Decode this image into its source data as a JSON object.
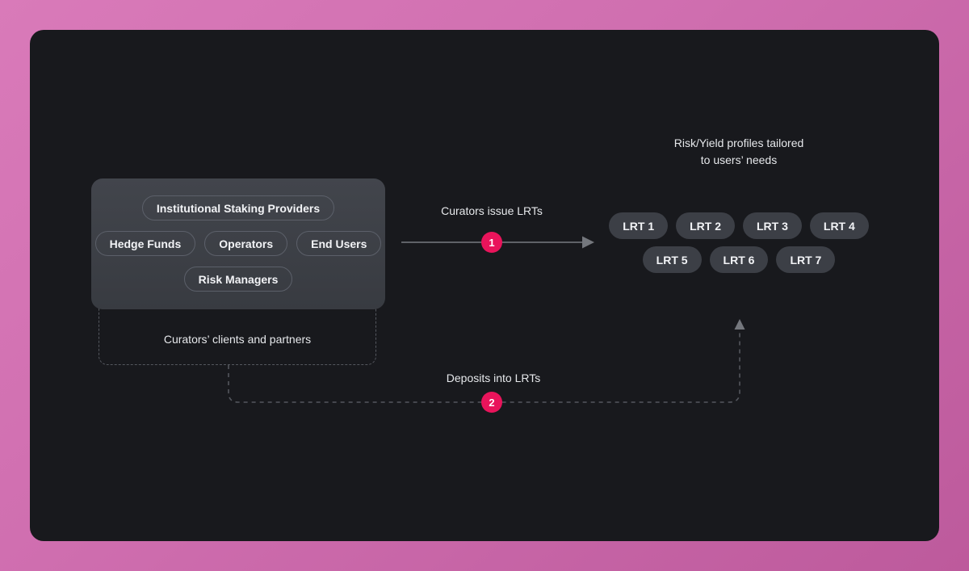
{
  "diagram": {
    "clients_group": {
      "caption": "Curators’ clients and partners",
      "pills_row1": [
        "Institutional Staking Providers"
      ],
      "pills_row2": [
        "Hedge Funds",
        "Operators",
        "End Users"
      ],
      "pills_row3": [
        "Risk Managers"
      ]
    },
    "flow1": {
      "badge": "1",
      "label": "Curators issue LRTs"
    },
    "flow2": {
      "badge": "2",
      "label": "Deposits into LRTs"
    },
    "lrt_group": {
      "title_line1": "Risk/Yield profiles tailored",
      "title_line2": "to users’ needs",
      "pills_row1": [
        "LRT 1",
        "LRT 2",
        "LRT 3",
        "LRT 4"
      ],
      "pills_row2": [
        "LRT 5",
        "LRT 6",
        "LRT 7"
      ]
    },
    "colors": {
      "background_pink": "#d06fb0",
      "panel_dark": "#18191d",
      "card_gray": "#3c3f46",
      "badge_pink": "#e9145b",
      "dash_gray": "#54575e",
      "arrow_gray": "#6f7278"
    }
  }
}
